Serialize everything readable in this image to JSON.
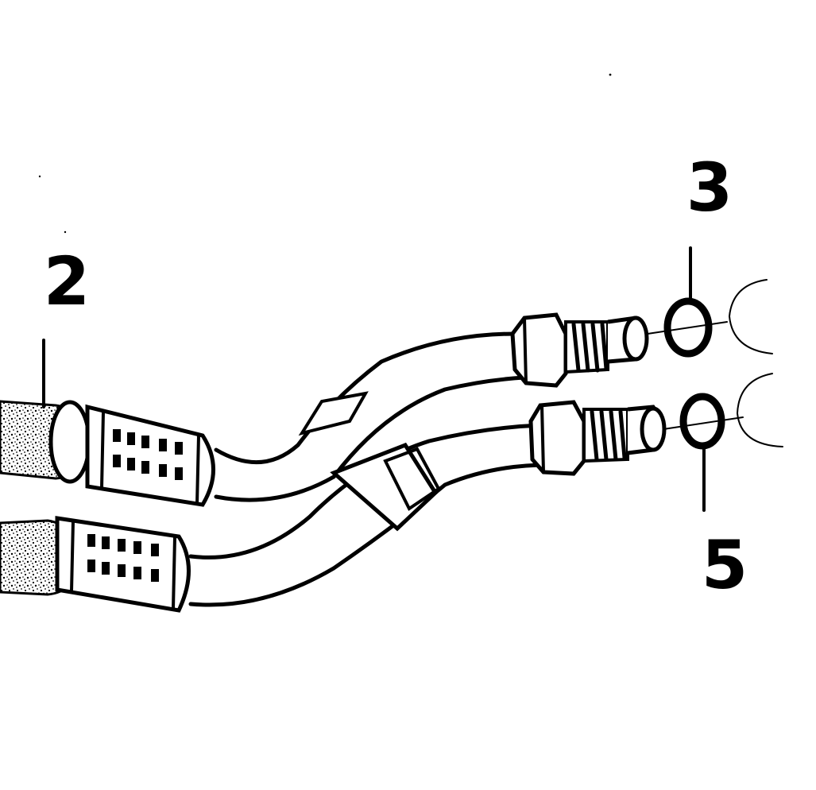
{
  "callouts": {
    "hose_upper": "2",
    "washer_upper": "3",
    "washer_lower": "5"
  },
  "colors": {
    "ink": "#000000",
    "paper": "#ffffff"
  }
}
